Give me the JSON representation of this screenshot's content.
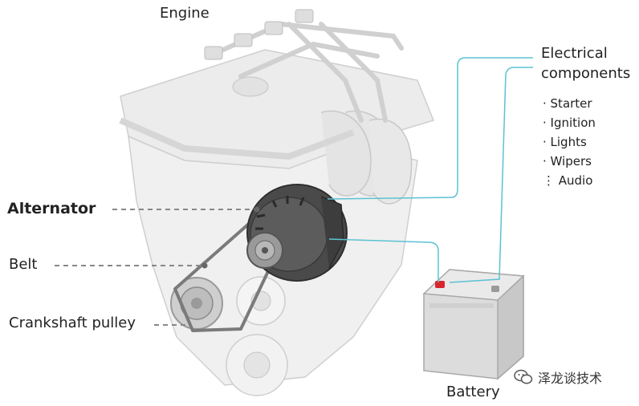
{
  "labels": {
    "engine": "Engine",
    "alternator": "Alternator",
    "belt": "Belt",
    "crankshaft_pulley": "Crankshaft pulley",
    "battery": "Battery",
    "electrical_components": [
      "Electrical",
      "components"
    ]
  },
  "components": [
    "· Starter",
    "· Ignition",
    "· Lights",
    "· Wipers",
    "⋮ Audio"
  ],
  "watermark": "泽龙谈技术",
  "colors": {
    "wire": "#5bc2d3",
    "leader": "#888888",
    "battery_terminal": "#d9262e",
    "engine_body": "#ededed",
    "engine_shade": "#d2d2d2",
    "alternator": "#4a4a4a"
  }
}
